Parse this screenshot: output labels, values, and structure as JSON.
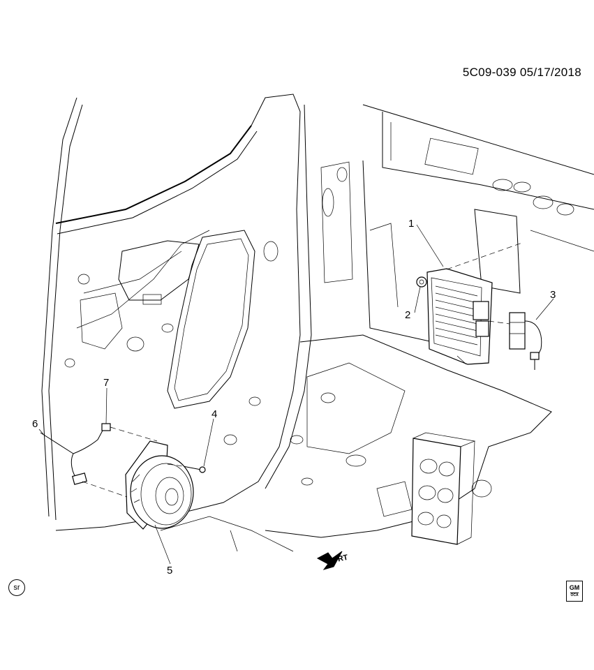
{
  "header": {
    "doc_id": "5C09-039 05/17/2018"
  },
  "callouts": [
    {
      "id": "callout-1",
      "label": "1"
    },
    {
      "id": "callout-2",
      "label": "2"
    },
    {
      "id": "callout-3",
      "label": "3"
    },
    {
      "id": "callout-4",
      "label": "4"
    },
    {
      "id": "callout-5",
      "label": "5"
    },
    {
      "id": "callout-6",
      "label": "6"
    },
    {
      "id": "callout-7",
      "label": "7"
    }
  ],
  "direction_arrow": {
    "label": "FRT"
  },
  "footer": {
    "badge": "sr",
    "logo": "GM",
    "logo_sub": "OCA"
  }
}
